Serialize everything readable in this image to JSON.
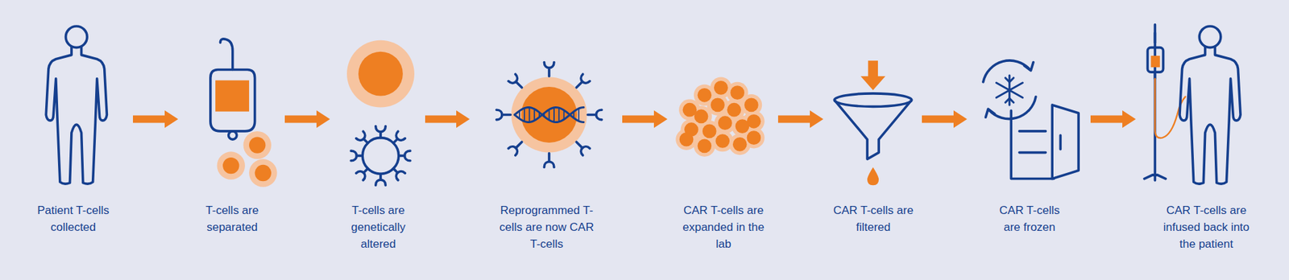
{
  "diagram": {
    "nodes": [
      {
        "text": [
          "Patient T-cells collected"
        ]
      },
      {
        "text": [
          "T-cells are separated"
        ]
      },
      {
        "text": [
          "T-cells are genetically altered"
        ]
      },
      {
        "text": [
          "Reprogrammed T-cells are now CAR T-cells"
        ]
      },
      {
        "text": [
          "CAR T-cells are expanded in the lab"
        ]
      },
      {
        "text": [
          "CAR T-cells are filtered"
        ]
      },
      {
        "text": [
          "CAR T-cells are frozen"
        ]
      },
      {
        "text": [
          "CAR T-cells are infused back into the patient"
        ]
      }
    ],
    "edges": [
      {
        "from": 0,
        "to": 1,
        "arrow": "to"
      },
      {
        "from": 1,
        "to": 2,
        "arrow": "to"
      },
      {
        "from": 2,
        "to": 3,
        "arrow": "to"
      },
      {
        "from": 3,
        "to": 4,
        "arrow": "to"
      },
      {
        "from": 4,
        "to": 5,
        "arrow": "to"
      },
      {
        "from": 5,
        "to": 6,
        "arrow": "to"
      },
      {
        "from": 6,
        "to": 7,
        "arrow": "to"
      }
    ]
  }
}
